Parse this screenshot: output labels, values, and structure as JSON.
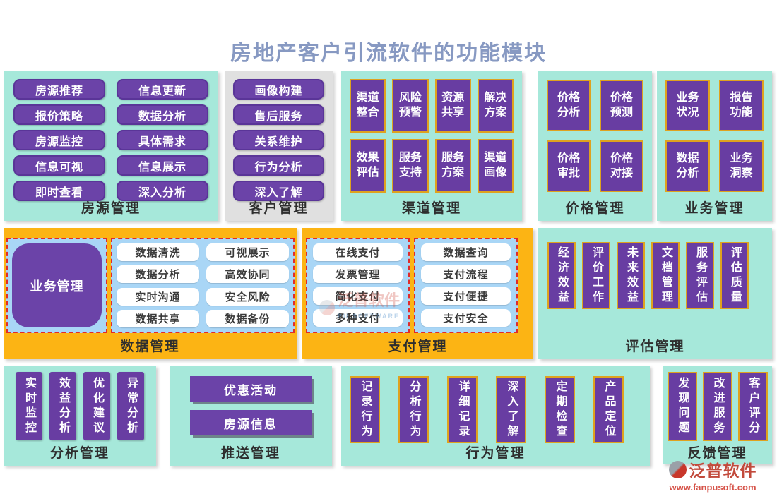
{
  "title": "房地产客户引流软件的功能模块",
  "panels": {
    "fangyuan": {
      "label": "房源管理",
      "buttons": [
        "房源推荐",
        "信息更新",
        "报价策略",
        "数据分析",
        "房源监控",
        "具体需求",
        "信息可视",
        "信息展示",
        "即时查看",
        "深入分析"
      ]
    },
    "kehu": {
      "label": "客户管理",
      "buttons": [
        "画像构建",
        "售后服务",
        "关系维护",
        "行为分析",
        "深入了解"
      ]
    },
    "qudao": {
      "label": "渠道管理",
      "blocks": [
        "渠道整合",
        "风险预警",
        "资源共享",
        "解决方案",
        "效果评估",
        "服务支持",
        "服务方案",
        "渠道画像"
      ]
    },
    "jiage": {
      "label": "价格管理",
      "blocks": [
        "价格分析",
        "价格预测",
        "价格审批",
        "价格对接"
      ]
    },
    "yewu": {
      "label": "业务管理",
      "blocks": [
        "业务状况",
        "报告功能",
        "数据分析",
        "业务洞察"
      ]
    },
    "shuju": {
      "label": "数据管理",
      "big_button": "业务管理",
      "buttons": [
        "数据清洗",
        "可视展示",
        "数据分析",
        "高效协同",
        "实时沟通",
        "安全风险",
        "数据共享",
        "数据备份"
      ]
    },
    "zhifu": {
      "label": "支付管理",
      "col1": [
        "在线支付",
        "发票管理",
        "简化支付",
        "多种支付"
      ],
      "col2": [
        "数据查询",
        "支付流程",
        "支付便捷",
        "支付安全"
      ]
    },
    "pinggu": {
      "label": "评估管理",
      "blocks": [
        "经济效益",
        "评价工作",
        "未来效益",
        "文档管理",
        "服务评估",
        "评估质量"
      ]
    },
    "fenxi": {
      "label": "分析管理",
      "blocks": [
        "实时监控",
        "效益分析",
        "优化建议",
        "异常分析"
      ]
    },
    "tuisong": {
      "label": "推送管理",
      "buttons": [
        "优惠活动",
        "房源信息"
      ]
    },
    "xingwei": {
      "label": "行为管理",
      "blocks": [
        "记录行为",
        "分析行为",
        "详细记录",
        "深入了解",
        "定期检查",
        "产品定位"
      ]
    },
    "fankui": {
      "label": "反馈管理",
      "blocks": [
        "发现问题",
        "改进服务",
        "客户评分"
      ]
    }
  },
  "watermark": {
    "text": "泛普软件",
    "subtext": "PU SOFTWARE"
  },
  "logo": {
    "name": "泛普软件",
    "url": "www.fanpusoft.com"
  },
  "colors": {
    "title": "#8799c2",
    "panel_teal": "#a6e8da",
    "panel_gray": "#e0e0e0",
    "panel_orange": "#fcb414",
    "button_purple": "#6b43a8",
    "block_border_gold": "#dfa21f",
    "subpanel_blue": "#a9d6f6",
    "dashed_border_red": "#e02b2b",
    "logo_red": "#c8372b"
  }
}
